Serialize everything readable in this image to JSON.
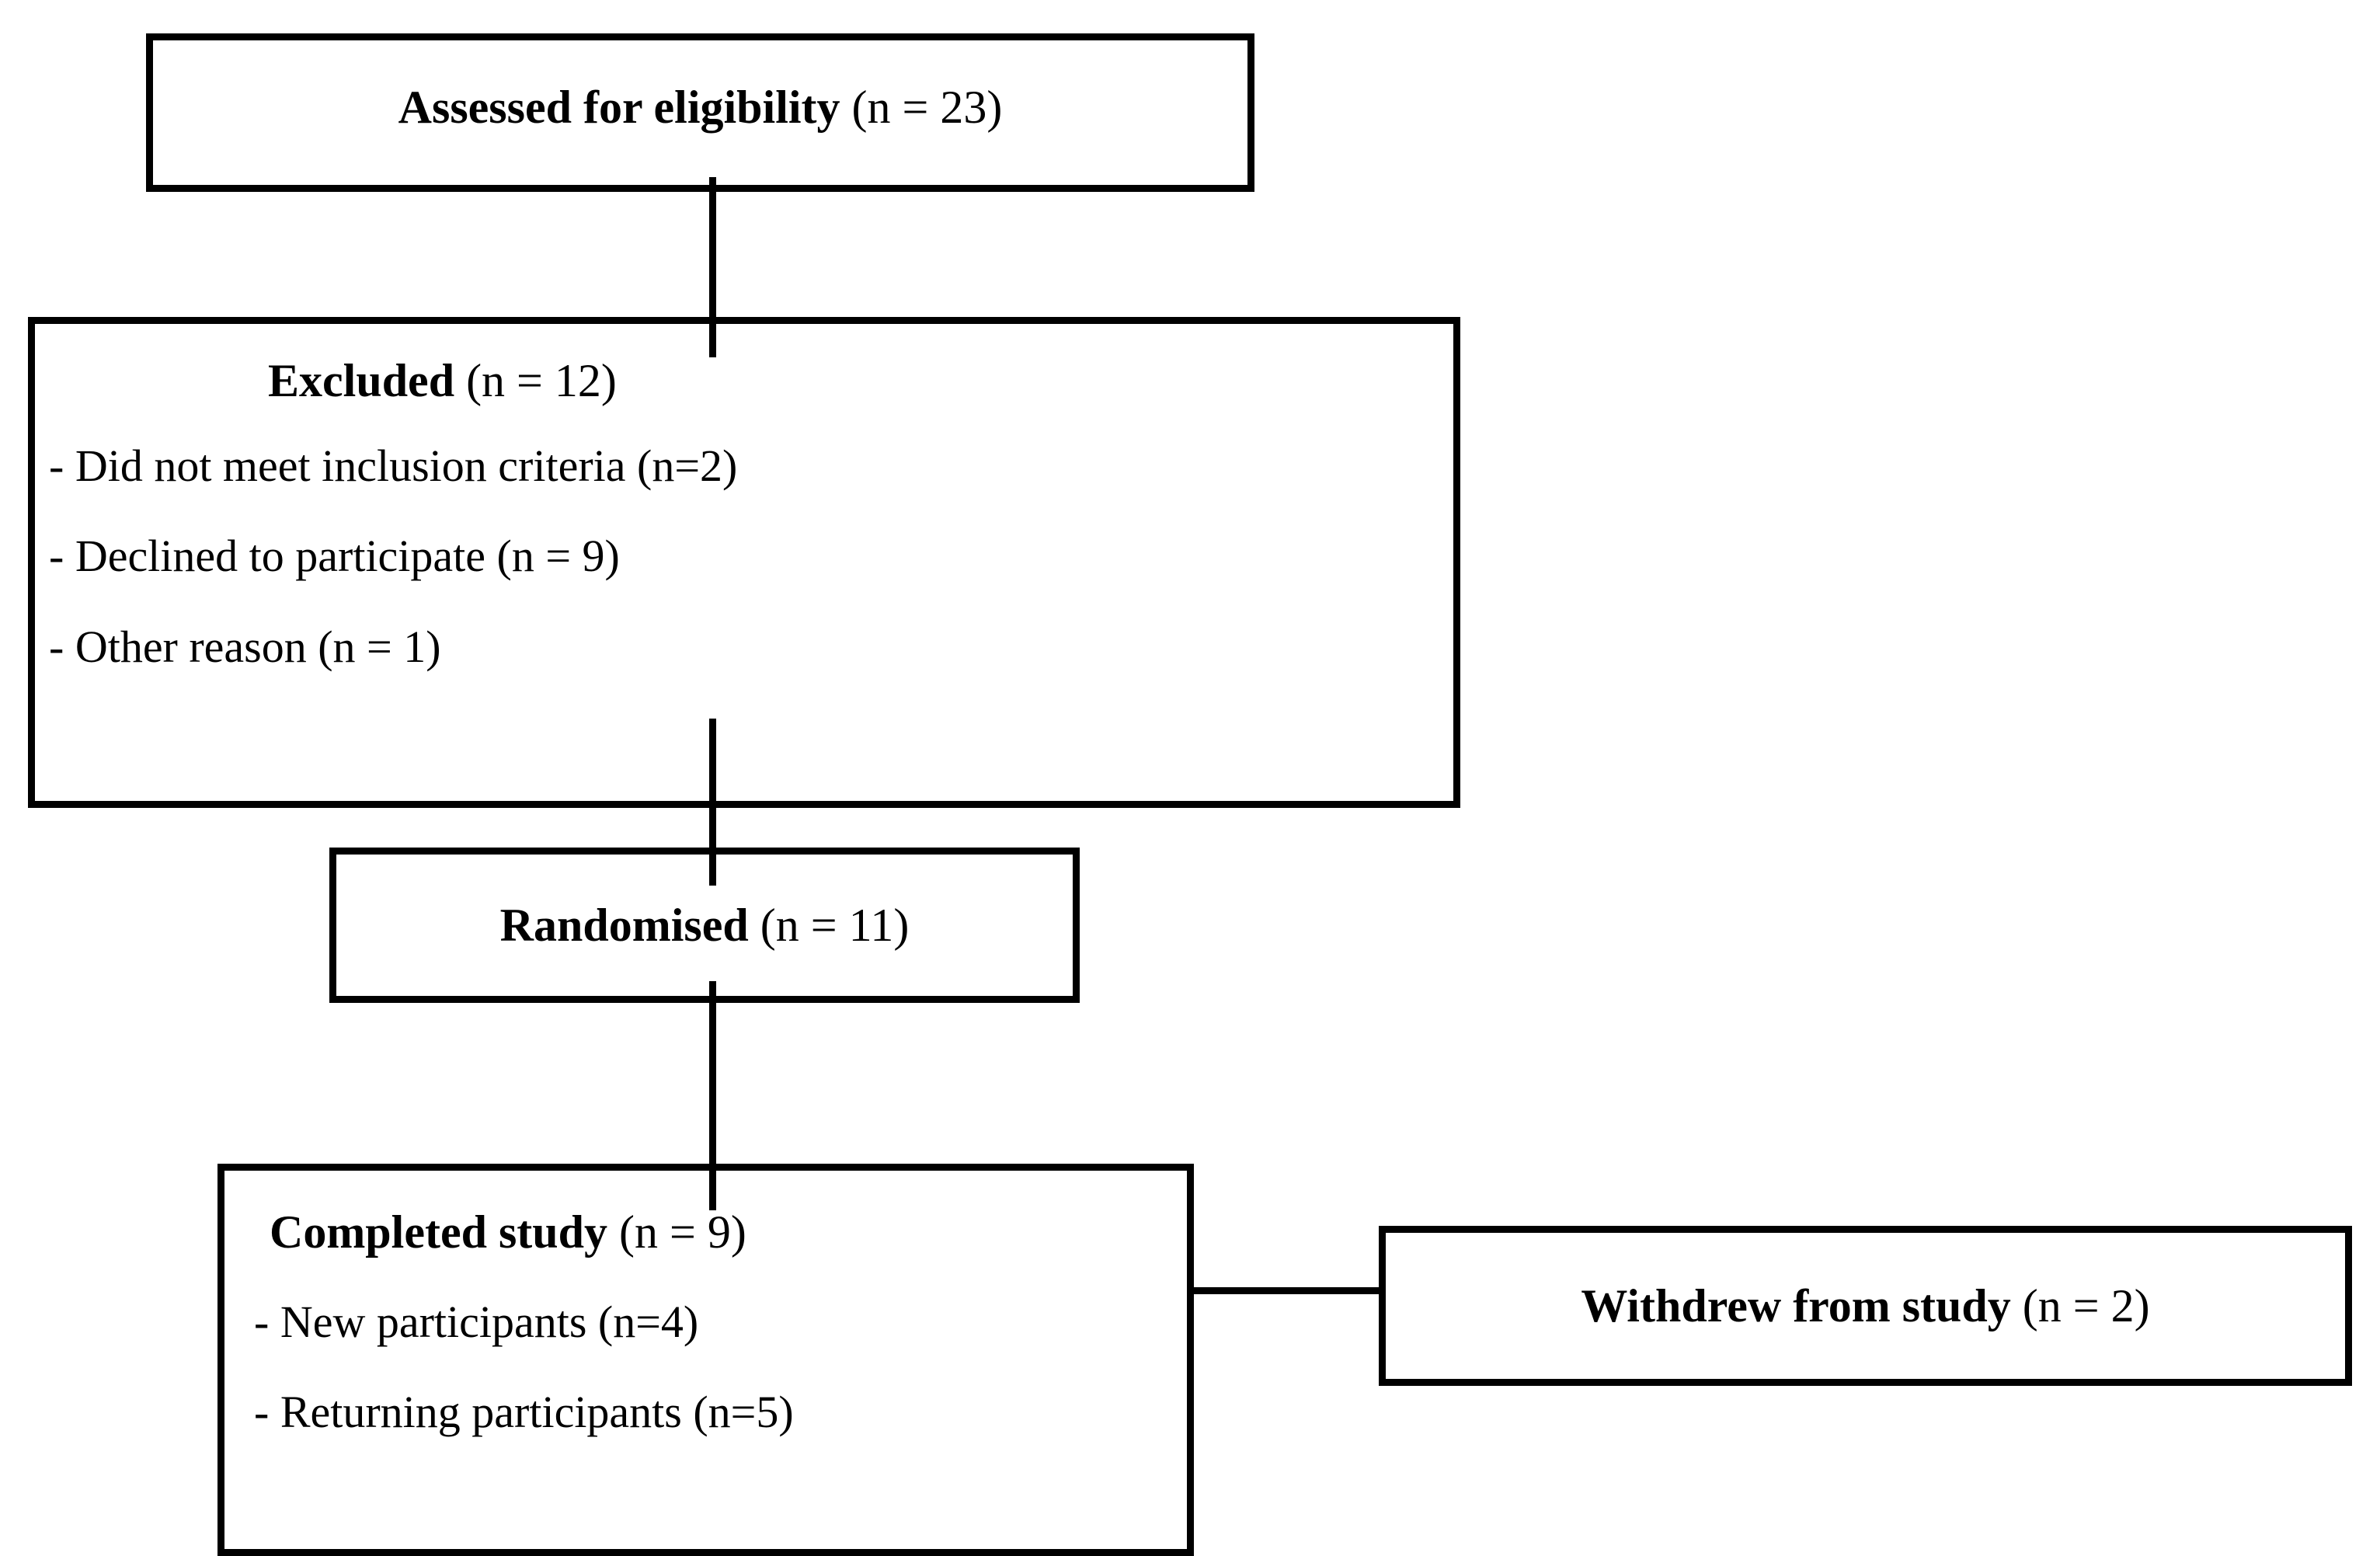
{
  "diagram": {
    "type": "consort-flow-diagram",
    "title": "Participant flow diagram",
    "colors": {
      "background": "#ffffff",
      "border": "#000000",
      "text": "#000000"
    },
    "nodes": {
      "assessed": {
        "id": "assessed-for-eligibility",
        "label_bold": "Assessed for eligibility",
        "label_count": " (n = 23)",
        "n": 23
      },
      "excluded": {
        "id": "excluded",
        "label_bold": "Excluded",
        "label_count": " (n = 12)",
        "n": 12,
        "reasons": [
          {
            "text": "- Did not meet inclusion criteria (n=2)",
            "n": 2
          },
          {
            "text": "- Declined to participate (n = 9)",
            "n": 9
          },
          {
            "text": "- Other reason (n = 1)",
            "n": 1
          }
        ]
      },
      "randomised": {
        "id": "randomised",
        "label_bold": "Randomised",
        "label_count": " (n = 11)",
        "n": 11
      },
      "completed": {
        "id": "completed-study",
        "label_bold": "Completed study",
        "label_count": " (n = 9)",
        "n": 9,
        "breakdown": [
          {
            "text": "- New participants (n=4)",
            "n": 4
          },
          {
            "text": "- Returning participants (n=5)",
            "n": 5
          }
        ]
      },
      "withdrew": {
        "id": "withdrew-from-study",
        "label_bold": "Withdrew from study",
        "label_count": " (n = 2)",
        "n": 2
      }
    },
    "connectors": [
      {
        "from": "assessed",
        "to": "excluded",
        "orientation": "vertical"
      },
      {
        "from": "excluded",
        "to": "randomised",
        "orientation": "vertical"
      },
      {
        "from": "randomised",
        "to": "completed",
        "orientation": "vertical"
      },
      {
        "from": "completed",
        "to": "withdrew",
        "orientation": "horizontal"
      }
    ]
  }
}
